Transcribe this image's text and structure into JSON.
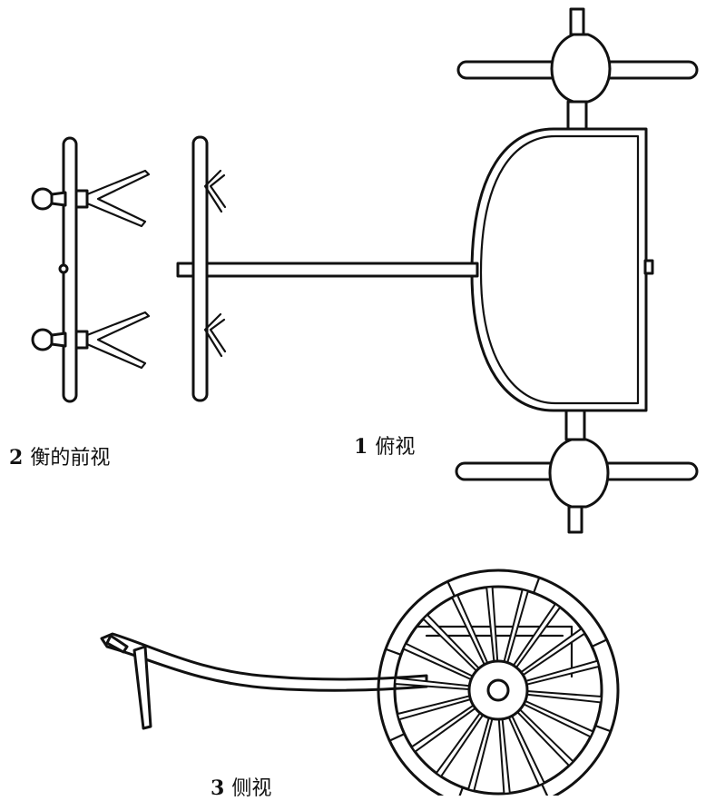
{
  "labels": {
    "top_view": {
      "number": "1",
      "text": "俯视"
    },
    "yoke_front": {
      "number": "2",
      "text": "衡的前视"
    },
    "side_view": {
      "number": "3",
      "text": "侧视"
    }
  },
  "colors": {
    "ink": "#111111",
    "paper": "#ffffff"
  },
  "wheel": {
    "spokes": 18
  }
}
